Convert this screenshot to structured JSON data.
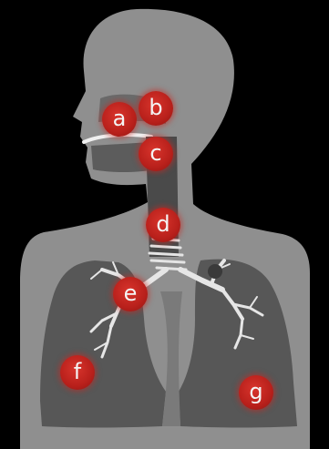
{
  "diagram": {
    "colors": {
      "background": "#000000",
      "silhouette": "#8f8f8f",
      "inner_cavity": "#5a5a5a",
      "airway": "#4a4a4a",
      "bronchi": "#e6e6e6",
      "marker": "#c62a24",
      "marker_text": "#f4f4f4"
    },
    "labels": [
      {
        "id": "a",
        "text": "a"
      },
      {
        "id": "b",
        "text": "b"
      },
      {
        "id": "c",
        "text": "c"
      },
      {
        "id": "d",
        "text": "d"
      },
      {
        "id": "e",
        "text": "e"
      },
      {
        "id": "f",
        "text": "f"
      },
      {
        "id": "g",
        "text": "g"
      }
    ]
  }
}
